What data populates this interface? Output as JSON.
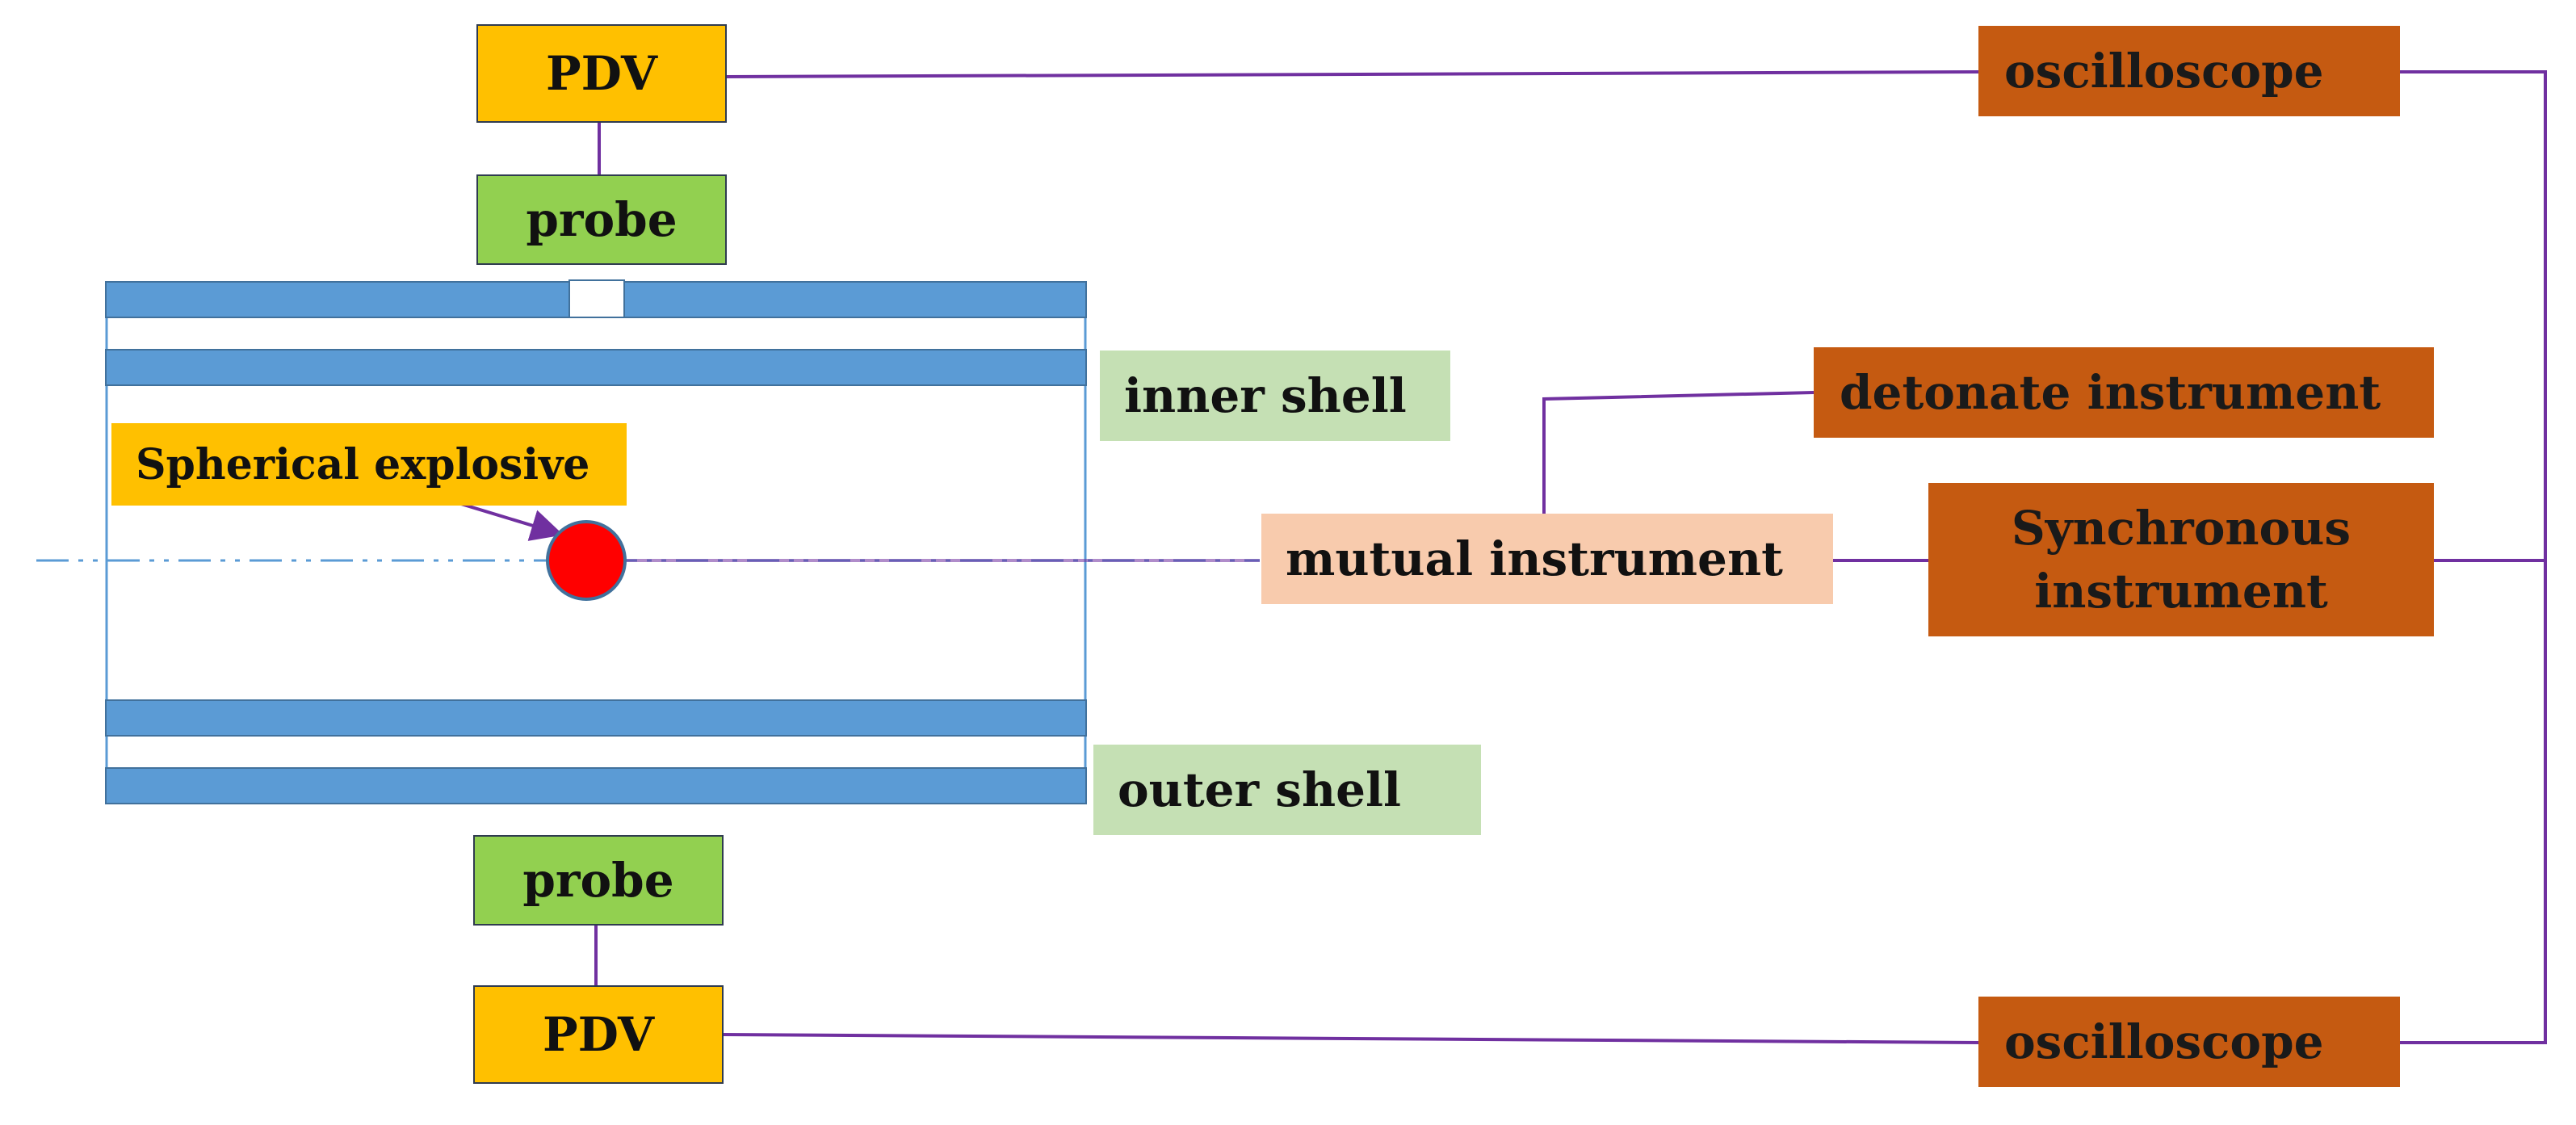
{
  "diagram": {
    "pdv_top": "PDV",
    "probe_top": "probe",
    "pdv_bottom": "PDV",
    "probe_bottom": "probe",
    "inner_shell": "inner shell",
    "outer_shell": "outer shell",
    "spherical_explosive": "Spherical explosive",
    "mutual_instrument": "mutual instrument",
    "detonate_instrument": "detonate instrument",
    "synchronous_line1": "Synchronous",
    "synchronous_line2": "instrument",
    "oscilloscope_top": "oscilloscope",
    "oscilloscope_bottom": "oscilloscope"
  },
  "colors": {
    "pdv": "#ffc000",
    "probe": "#92d050",
    "shell_label": "#c5e0b4",
    "instrument": "#c55a11",
    "mutual": "#f8cbad",
    "plate": "#5b9bd5",
    "wire": "#7030a0",
    "explosive": "#ff0000",
    "axis": "#5b9bd5"
  }
}
